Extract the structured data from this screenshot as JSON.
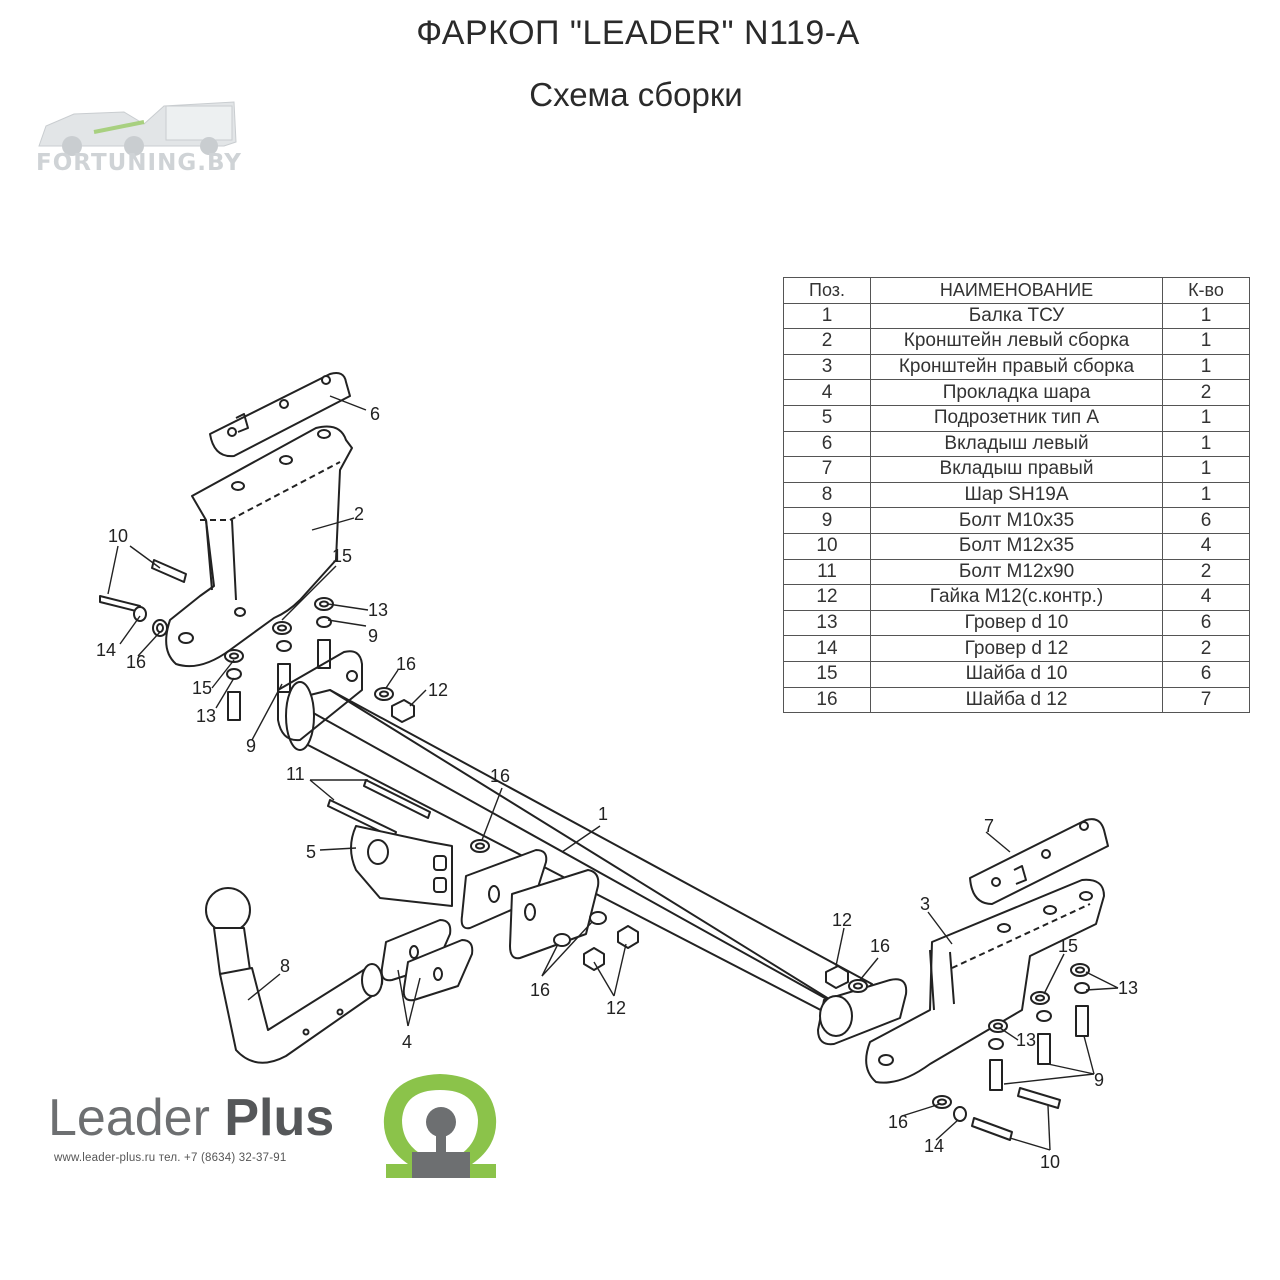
{
  "header": {
    "title": "ФАРКОП \"LEADER\" N119-A",
    "subtitle": "Схема сборки"
  },
  "watermark": {
    "text": "FORTUNING.BY"
  },
  "parts_table": {
    "headers": [
      "Поз.",
      "НАИМЕНОВАНИЕ",
      "К-во"
    ],
    "rows": [
      [
        "1",
        "Балка ТСУ",
        "1"
      ],
      [
        "2",
        "Кронштейн левый сборка",
        "1"
      ],
      [
        "3",
        "Кронштейн правый сборка",
        "1"
      ],
      [
        "4",
        "Прокладка шара",
        "2"
      ],
      [
        "5",
        "Подрозетник тип А",
        "1"
      ],
      [
        "6",
        "Вкладыш левый",
        "1"
      ],
      [
        "7",
        "Вкладыш правый",
        "1"
      ],
      [
        "8",
        "Шар SH19A",
        "1"
      ],
      [
        "9",
        "Болт М10х35",
        "6"
      ],
      [
        "10",
        "Болт М12х35",
        "4"
      ],
      [
        "11",
        "Болт М12х90",
        "2"
      ],
      [
        "12",
        "Гайка М12(с.контр.)",
        "4"
      ],
      [
        "13",
        "Гровер d 10",
        "6"
      ],
      [
        "14",
        "Гровер d 12",
        "2"
      ],
      [
        "15",
        "Шайба d 10",
        "6"
      ],
      [
        "16",
        "Шайба d 12",
        "7"
      ]
    ]
  },
  "callouts": [
    "6",
    "2",
    "10",
    "15",
    "13",
    "9",
    "14",
    "16",
    "15",
    "13",
    "9",
    "16",
    "12",
    "11",
    "16",
    "1",
    "5",
    "8",
    "4",
    "16",
    "12",
    "7",
    "3",
    "12",
    "16",
    "15",
    "13",
    "13",
    "9",
    "16",
    "14",
    "10"
  ],
  "footer": {
    "brand_main": "Leader",
    "brand_accent": "Plus",
    "contacts": "www.leader-plus.ru    тел. +7 (8634) 32-37-91",
    "logo_icon": "leader-plus-omega-logo"
  },
  "colors": {
    "logo_green": "#8bc34a",
    "line": "#222222",
    "brand_gray": "#6d6f71"
  }
}
